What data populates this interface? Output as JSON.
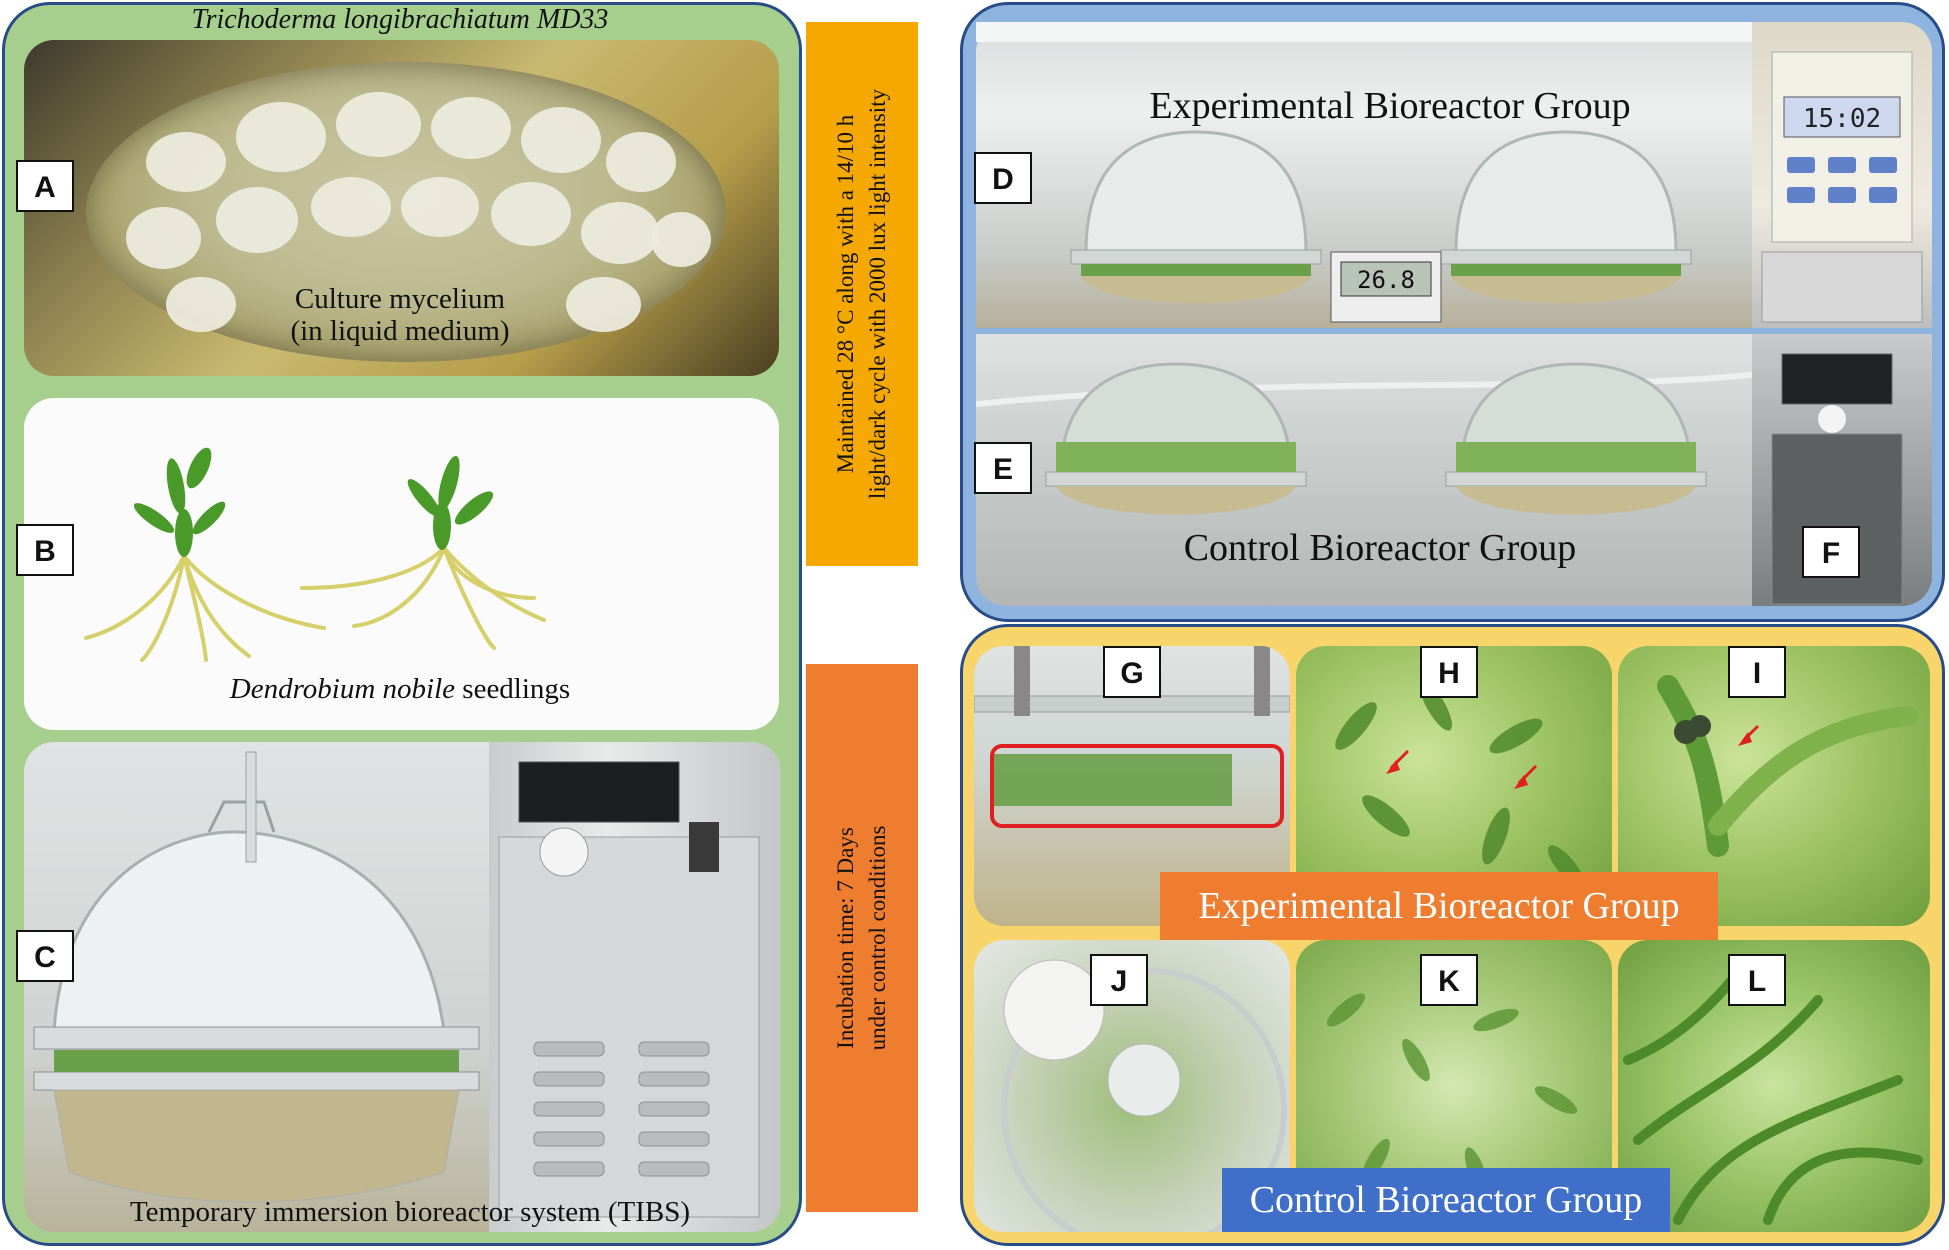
{
  "left": {
    "title": "Trichoderma longibrachiatum MD33",
    "panel_a": {
      "label": "A",
      "caption_line1": "Culture mycelium",
      "caption_line2": "(in liquid medium)"
    },
    "panel_b": {
      "label": "B",
      "caption_italic": "Dendrobium nobile",
      "caption_rest": " seedlings"
    },
    "panel_c": {
      "label": "C",
      "caption": "Temporary immersion bioreactor system (TIBS)"
    }
  },
  "middle": {
    "box1_line1": "Maintained 28 °C along with a 14/10 h",
    "box1_line2": "light/dark cycle with 2000 lux light intensity",
    "box2_line1": "Incubation time: 7 Days",
    "box2_line2": "under control conditions"
  },
  "right_top": {
    "experimental_label": "Experimental Bioreactor Group",
    "control_label": "Control Bioreactor Group",
    "label_d": "D",
    "label_e": "E",
    "label_f": "F",
    "timer_reading": "15:02",
    "thermometer_reading": "26.8"
  },
  "right_bottom": {
    "label_g": "G",
    "label_h": "H",
    "label_i": "I",
    "label_j": "J",
    "label_k": "K",
    "label_l": "L",
    "experimental_band": "Experimental Bioreactor Group",
    "control_band": "Control Bioreactor Group"
  },
  "colors": {
    "left_bg": "#a6cf8e",
    "right_top_bg": "#8fb3df",
    "right_bottom_bg": "#f8d56b",
    "border": "#274c87",
    "mid_box_1": "#f5a800",
    "mid_box_2": "#ee7d30",
    "band_orange": "#ee7d30",
    "band_blue": "#3f6fc8",
    "arrow_red": "#e02020"
  }
}
